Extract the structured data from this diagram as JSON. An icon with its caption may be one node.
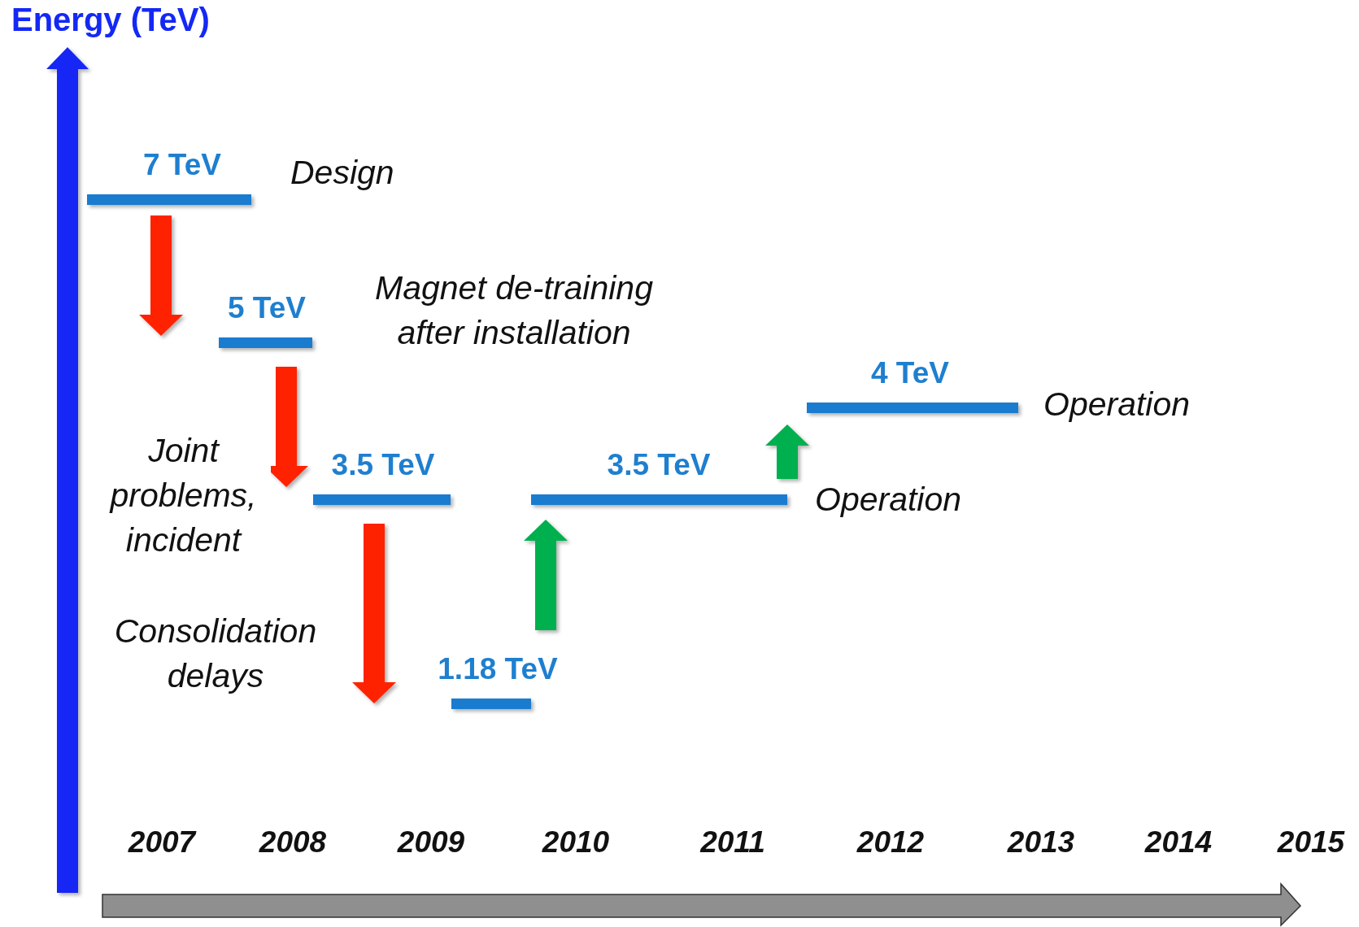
{
  "diagram": {
    "title": "Energy (TeV)",
    "nodes": [
      {
        "text": [
          "7 TeV"
        ],
        "beside": [
          "Design"
        ]
      },
      {
        "text": [
          "5 TeV"
        ],
        "beside": [
          "Magnet de-training after installation"
        ]
      },
      {
        "text": [
          "3.5 TeV"
        ]
      },
      {
        "text": [
          "1.18 TeV"
        ]
      },
      {
        "text": [
          "3.5 TeV"
        ],
        "beside": [
          "Operation"
        ]
      },
      {
        "text": [
          "4 TeV"
        ],
        "beside": [
          "Operation"
        ]
      }
    ],
    "edges": [
      {
        "from": 0,
        "to": 1,
        "arrow": "to"
      },
      {
        "from": 1,
        "to": 2,
        "arrow": "to",
        "label": "Joint problems, incident"
      },
      {
        "from": 2,
        "to": 3,
        "arrow": "to",
        "label": "Consolidation delays"
      },
      {
        "from": 3,
        "to": 4,
        "arrow": "to",
        "color": "#00b050"
      },
      {
        "from": 4,
        "to": 5,
        "arrow": "to",
        "color": "#00b050"
      }
    ],
    "labels": [
      "2007",
      "2008",
      "2009",
      "2010",
      "2011",
      "2012",
      "2013",
      "2014",
      "2015"
    ]
  }
}
